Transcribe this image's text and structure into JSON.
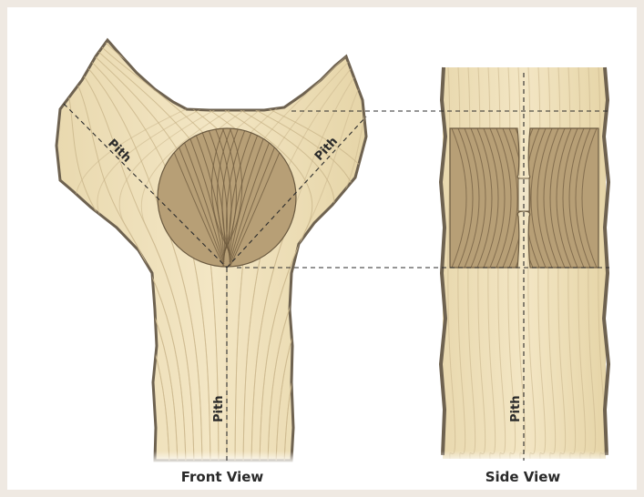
{
  "labels": {
    "front_view": "Front View",
    "side_view": "Side View",
    "pith_left_branch": "Pith",
    "pith_right_branch": "Pith",
    "pith_front_trunk": "Pith",
    "pith_side_trunk": "Pith"
  },
  "colors": {
    "background": "#efe9e2",
    "wood_light": "#eedfb8",
    "wood_grain": "#c9b58a",
    "bark": "#6e6250",
    "cut_fill": "#b79f76",
    "cut_grain": "#6d5a3e",
    "dashed_line": "#2b2b2b"
  }
}
